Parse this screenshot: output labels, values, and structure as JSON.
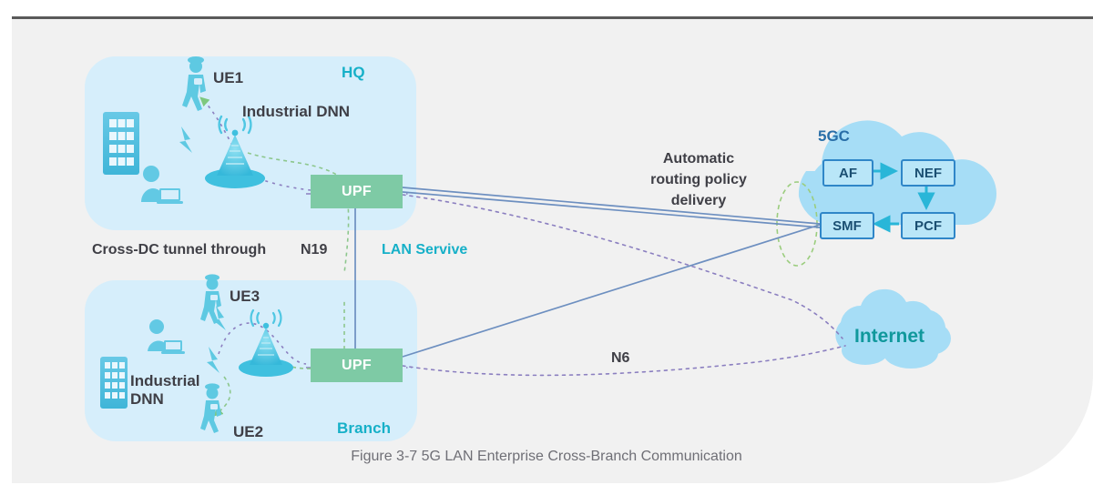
{
  "figure": {
    "caption": "Figure 3-7 5G LAN Enterprise Cross-Branch Communication"
  },
  "zones": [
    {
      "id": "hq",
      "label": "HQ"
    },
    {
      "id": "branch",
      "label": "Branch"
    }
  ],
  "nodes": {
    "upf_hq": "UPF",
    "upf_branch": "UPF",
    "internet": "Internet",
    "core_label": "5GC"
  },
  "core_functions": [
    {
      "id": "af",
      "label": "AF"
    },
    {
      "id": "nef",
      "label": "NEF"
    },
    {
      "id": "smf",
      "label": "SMF"
    },
    {
      "id": "pcf",
      "label": "PCF"
    }
  ],
  "core_flow": [
    "AF -> NEF",
    "NEF -> PCF",
    "PCF -> SMF"
  ],
  "ues": [
    {
      "id": "ue1",
      "label": "UE1",
      "zone": "hq"
    },
    {
      "id": "ue3",
      "label": "UE3",
      "zone": "branch"
    },
    {
      "id": "ue2",
      "label": "UE2",
      "zone": "branch"
    }
  ],
  "annotations": {
    "industrial_dnn_hq": "Industrial DNN",
    "industrial_dnn_branch": "Industrial DNN",
    "cross_dc_tunnel": "Cross-DC tunnel through",
    "n19": "N19",
    "lan_service": "LAN Servive",
    "automatic_routing": "Automatic routing policy delivery",
    "n6": "N6"
  },
  "colors": {
    "page_background": "#f1f1f1",
    "zone_fill": "#d6eefb",
    "zone_label": "#16b0c8",
    "upf_fill": "#7ecaa5",
    "upf_text": "#ffffff",
    "cloud_fill": "#a6ddf6",
    "nf_fill": "#b9e6f8",
    "nf_border": "#2f86c8",
    "nf_text": "#1b4f72",
    "internet_text": "#10989c",
    "solid_link": "#6d8fc0",
    "dashed_link": "#8b7fc0",
    "green_link": "#8dc78d",
    "device_cyan": "#5ec9e2",
    "body_text": "#3f3f46",
    "caption_text": "#6f6f76",
    "top_rule": "#5a5a5a"
  }
}
